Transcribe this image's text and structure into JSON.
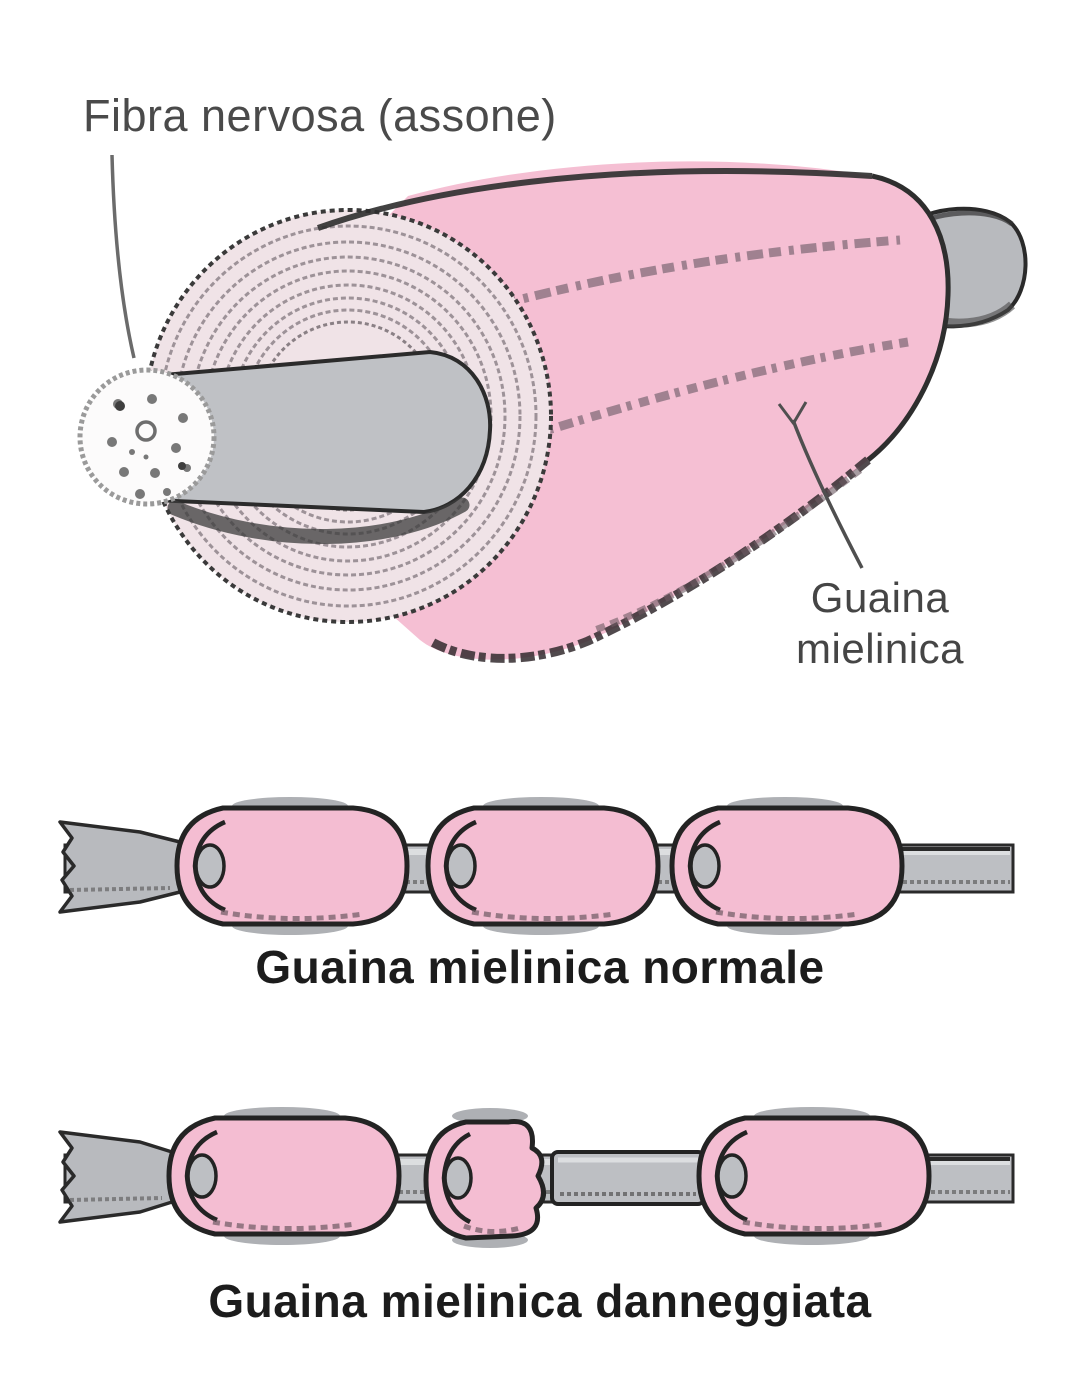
{
  "labels": {
    "axon": "Fibra nervosa (assone)",
    "sheath": "Guaina mielinica",
    "normal_caption": "Guaina mielinica normale",
    "damaged_caption": "Guaina mielinica danneggiata"
  },
  "colors": {
    "myelin_pink": "#f5bfd3",
    "myelin_segment_pink": "#f4bdd2",
    "wrap_face_pale": "#f0e3e7",
    "axon_gray": "#bdbfc3",
    "outline_dark": "#232323",
    "label_gray": "#4a4a4a",
    "caption_black": "#1c1c1c",
    "background": "#ffffff"
  }
}
